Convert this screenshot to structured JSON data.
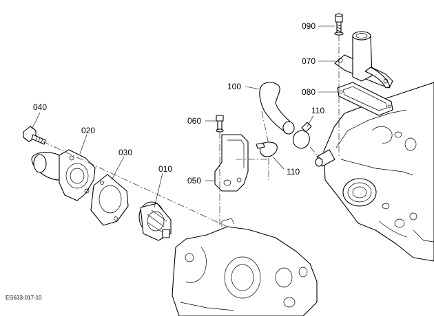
{
  "parts": [
    {
      "key": "p090",
      "ref": "090",
      "name": "bolt"
    },
    {
      "key": "p070",
      "ref": "070",
      "name": "water-flange"
    },
    {
      "key": "p080",
      "ref": "080",
      "name": "gasket"
    },
    {
      "key": "p100",
      "ref": "100",
      "name": "hose"
    },
    {
      "key": "p110a",
      "ref": "110",
      "name": "hose-clamp"
    },
    {
      "key": "p110b",
      "ref": "110",
      "name": "hose-clamp"
    },
    {
      "key": "p060",
      "ref": "060",
      "name": "bolt"
    },
    {
      "key": "p050",
      "ref": "050",
      "name": "bracket"
    },
    {
      "key": "p040",
      "ref": "040",
      "name": "bolt"
    },
    {
      "key": "p020",
      "ref": "020",
      "name": "thermostat-cover"
    },
    {
      "key": "p030",
      "ref": "030",
      "name": "gasket"
    },
    {
      "key": "p010",
      "ref": "010",
      "name": "thermostat"
    }
  ],
  "figure_code": "EG633-017-10"
}
